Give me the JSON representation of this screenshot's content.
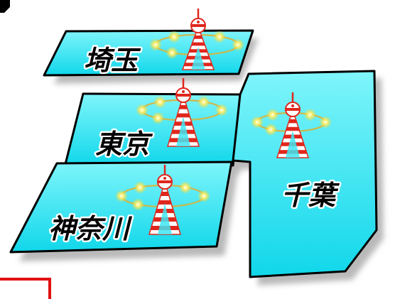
{
  "diagram": {
    "regions": [
      {
        "id": "saitama",
        "label": "埼玉"
      },
      {
        "id": "tokyo",
        "label": "東京"
      },
      {
        "id": "kanagawa",
        "label": "神奈川"
      },
      {
        "id": "chiba",
        "label": "千葉"
      }
    ],
    "colors": {
      "region_fill": "#22e3f0",
      "region_stroke": "#000000",
      "shadow": "#9a9a9a",
      "tower_red": "#e0261c",
      "tower_white": "#ffffff",
      "glow": "#ffe24a",
      "ring": "#d8b23a",
      "corner_frame": "#e01010"
    },
    "icons": [
      "broadcast-tower-icon",
      "signal-ring-icon"
    ]
  }
}
